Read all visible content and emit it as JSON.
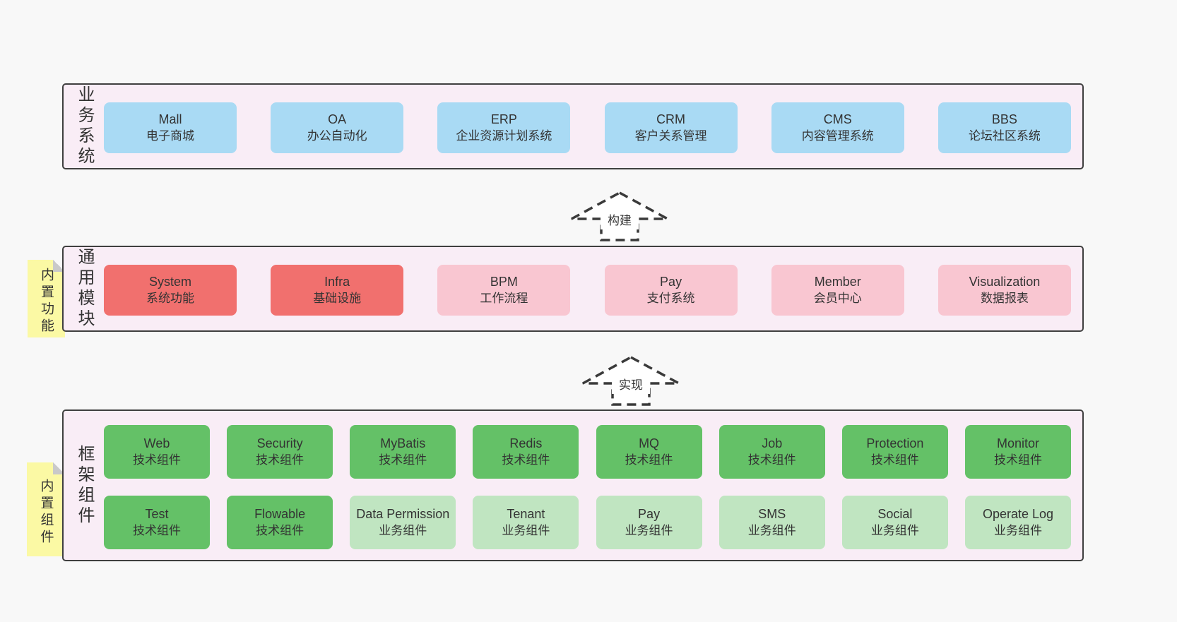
{
  "colors": {
    "page_bg": "#f8f8f8",
    "layer_bg": "#f9edf6",
    "layer_border": "#3f3f3f",
    "blue_box": "#a9daf4",
    "red_box": "#f1706e",
    "pink_box": "#f9c6d1",
    "green_dark_box": "#64c167",
    "green_light_box": "#c0e5c1",
    "note_yellow": "#fbf9a4",
    "note_fold": "#c9c9c9",
    "text": "#333333"
  },
  "arrows": [
    {
      "label": "构建"
    },
    {
      "label": "实现"
    }
  ],
  "layers": [
    {
      "label": "业务系统",
      "boxes": [
        {
          "en": "Mall",
          "zh": "电子商城"
        },
        {
          "en": "OA",
          "zh": "办公自动化"
        },
        {
          "en": "ERP",
          "zh": "企业资源计划系统"
        },
        {
          "en": "CRM",
          "zh": "客户关系管理"
        },
        {
          "en": "CMS",
          "zh": "内容管理系统"
        },
        {
          "en": "BBS",
          "zh": "论坛社区系统"
        }
      ]
    },
    {
      "label": "通用模块",
      "note": "内置功能",
      "boxes": [
        {
          "en": "System",
          "zh": "系统功能"
        },
        {
          "en": "Infra",
          "zh": "基础设施"
        },
        {
          "en": "BPM",
          "zh": "工作流程"
        },
        {
          "en": "Pay",
          "zh": "支付系统"
        },
        {
          "en": "Member",
          "zh": "会员中心"
        },
        {
          "en": "Visualization",
          "zh": "数据报表"
        }
      ]
    },
    {
      "label": "框架组件",
      "note": "内置组件",
      "row1": [
        {
          "en": "Web",
          "zh": "技术组件"
        },
        {
          "en": "Security",
          "zh": "技术组件"
        },
        {
          "en": "MyBatis",
          "zh": "技术组件"
        },
        {
          "en": "Redis",
          "zh": "技术组件"
        },
        {
          "en": "MQ",
          "zh": "技术组件"
        },
        {
          "en": "Job",
          "zh": "技术组件"
        },
        {
          "en": "Protection",
          "zh": "技术组件"
        },
        {
          "en": "Monitor",
          "zh": "技术组件"
        }
      ],
      "row2": [
        {
          "en": "Test",
          "zh": "技术组件"
        },
        {
          "en": "Flowable",
          "zh": "技术组件"
        },
        {
          "en": "Data Permission",
          "zh": "业务组件"
        },
        {
          "en": "Tenant",
          "zh": "业务组件"
        },
        {
          "en": "Pay",
          "zh": "业务组件"
        },
        {
          "en": "SMS",
          "zh": "业务组件"
        },
        {
          "en": "Social",
          "zh": "业务组件"
        },
        {
          "en": "Operate Log",
          "zh": "业务组件"
        }
      ]
    }
  ]
}
